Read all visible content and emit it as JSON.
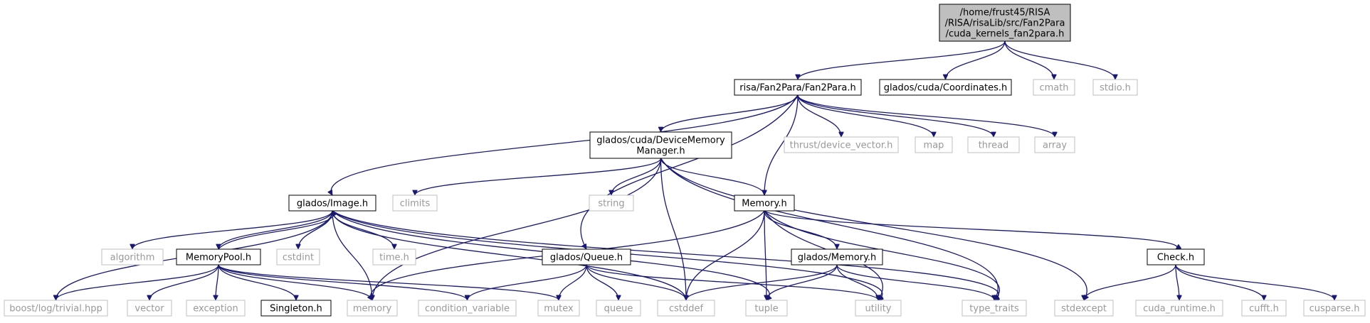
{
  "graph": {
    "nodes": [
      {
        "id": "root",
        "lines": [
          "/home/frust45/RISA",
          "/RISA/risaLib/src/Fan2Para",
          "/cuda_kernels_fan2para.h"
        ],
        "kind": "root"
      },
      {
        "id": "fan2para",
        "lines": [
          "risa/Fan2Para/Fan2Para.h"
        ],
        "kind": "doc"
      },
      {
        "id": "coordinates",
        "lines": [
          "glados/cuda/Coordinates.h"
        ],
        "kind": "doc"
      },
      {
        "id": "cmath",
        "lines": [
          "cmath"
        ],
        "kind": "sys"
      },
      {
        "id": "stdio",
        "lines": [
          "stdio.h"
        ],
        "kind": "sys"
      },
      {
        "id": "devmem",
        "lines": [
          "glados/cuda/DeviceMemory",
          "Manager.h"
        ],
        "kind": "doc"
      },
      {
        "id": "thrust",
        "lines": [
          "thrust/device_vector.h"
        ],
        "kind": "sys"
      },
      {
        "id": "map",
        "lines": [
          "map"
        ],
        "kind": "sys"
      },
      {
        "id": "thread",
        "lines": [
          "thread"
        ],
        "kind": "sys"
      },
      {
        "id": "array",
        "lines": [
          "array"
        ],
        "kind": "sys"
      },
      {
        "id": "image",
        "lines": [
          "glados/Image.h"
        ],
        "kind": "doc"
      },
      {
        "id": "climits",
        "lines": [
          "climits"
        ],
        "kind": "sys"
      },
      {
        "id": "string",
        "lines": [
          "string"
        ],
        "kind": "sys"
      },
      {
        "id": "memoryh",
        "lines": [
          "Memory.h"
        ],
        "kind": "doc"
      },
      {
        "id": "algorithm",
        "lines": [
          "algorithm"
        ],
        "kind": "sys"
      },
      {
        "id": "mempool",
        "lines": [
          "MemoryPool.h"
        ],
        "kind": "doc"
      },
      {
        "id": "cstdint",
        "lines": [
          "cstdint"
        ],
        "kind": "sys"
      },
      {
        "id": "timeh",
        "lines": [
          "time.h"
        ],
        "kind": "sys"
      },
      {
        "id": "queueh",
        "lines": [
          "glados/Queue.h"
        ],
        "kind": "doc"
      },
      {
        "id": "gladosmem",
        "lines": [
          "glados/Memory.h"
        ],
        "kind": "doc"
      },
      {
        "id": "check",
        "lines": [
          "Check.h"
        ],
        "kind": "doc"
      },
      {
        "id": "boostlog",
        "lines": [
          "boost/log/trivial.hpp"
        ],
        "kind": "sys"
      },
      {
        "id": "vector",
        "lines": [
          "vector"
        ],
        "kind": "sys"
      },
      {
        "id": "exception",
        "lines": [
          "exception"
        ],
        "kind": "sys"
      },
      {
        "id": "singleton",
        "lines": [
          "Singleton.h"
        ],
        "kind": "doc"
      },
      {
        "id": "memory",
        "lines": [
          "memory"
        ],
        "kind": "sys"
      },
      {
        "id": "condvar",
        "lines": [
          "condition_variable"
        ],
        "kind": "sys"
      },
      {
        "id": "mutex",
        "lines": [
          "mutex"
        ],
        "kind": "sys"
      },
      {
        "id": "queue",
        "lines": [
          "queue"
        ],
        "kind": "sys"
      },
      {
        "id": "cstddef",
        "lines": [
          "cstddef"
        ],
        "kind": "sys"
      },
      {
        "id": "tuple",
        "lines": [
          "tuple"
        ],
        "kind": "sys"
      },
      {
        "id": "utility",
        "lines": [
          "utility"
        ],
        "kind": "sys"
      },
      {
        "id": "typetraits",
        "lines": [
          "type_traits"
        ],
        "kind": "sys"
      },
      {
        "id": "stdexcept",
        "lines": [
          "stdexcept"
        ],
        "kind": "sys"
      },
      {
        "id": "cudaruntime",
        "lines": [
          "cuda_runtime.h"
        ],
        "kind": "sys"
      },
      {
        "id": "cufft",
        "lines": [
          "cufft.h"
        ],
        "kind": "sys"
      },
      {
        "id": "cusparse",
        "lines": [
          "cusparse.h"
        ],
        "kind": "sys"
      }
    ],
    "edges": [
      [
        "root",
        "fan2para"
      ],
      [
        "root",
        "coordinates"
      ],
      [
        "root",
        "cmath"
      ],
      [
        "root",
        "stdio"
      ],
      [
        "fan2para",
        "devmem"
      ],
      [
        "fan2para",
        "image"
      ],
      [
        "fan2para",
        "memoryh"
      ],
      [
        "fan2para",
        "queueh"
      ],
      [
        "fan2para",
        "thrust"
      ],
      [
        "fan2para",
        "map"
      ],
      [
        "fan2para",
        "thread"
      ],
      [
        "fan2para",
        "array"
      ],
      [
        "devmem",
        "climits"
      ],
      [
        "devmem",
        "string"
      ],
      [
        "devmem",
        "memoryh"
      ],
      [
        "devmem",
        "memory"
      ],
      [
        "devmem",
        "cstddef"
      ],
      [
        "devmem",
        "typetraits"
      ],
      [
        "devmem",
        "stdexcept"
      ],
      [
        "image",
        "algorithm"
      ],
      [
        "image",
        "mempool"
      ],
      [
        "image",
        "cstdint"
      ],
      [
        "image",
        "timeh"
      ],
      [
        "image",
        "memory"
      ],
      [
        "image",
        "boostlog"
      ],
      [
        "image",
        "cstddef"
      ],
      [
        "image",
        "tuple"
      ],
      [
        "image",
        "utility"
      ],
      [
        "image",
        "typetraits"
      ],
      [
        "mempool",
        "image"
      ],
      [
        "mempool",
        "boostlog"
      ],
      [
        "mempool",
        "vector"
      ],
      [
        "mempool",
        "exception"
      ],
      [
        "mempool",
        "singleton"
      ],
      [
        "mempool",
        "memory"
      ],
      [
        "mempool",
        "condvar"
      ],
      [
        "mempool",
        "mutex"
      ],
      [
        "memoryh",
        "gladosmem"
      ],
      [
        "memoryh",
        "check"
      ],
      [
        "memoryh",
        "memory"
      ],
      [
        "memoryh",
        "cstddef"
      ],
      [
        "memoryh",
        "tuple"
      ],
      [
        "memoryh",
        "utility"
      ],
      [
        "memoryh",
        "typetraits"
      ],
      [
        "queueh",
        "condvar"
      ],
      [
        "queueh",
        "mutex"
      ],
      [
        "queueh",
        "queue"
      ],
      [
        "queueh",
        "cstddef"
      ],
      [
        "queueh",
        "utility"
      ],
      [
        "gladosmem",
        "cstddef"
      ],
      [
        "gladosmem",
        "tuple"
      ],
      [
        "gladosmem",
        "utility"
      ],
      [
        "gladosmem",
        "typetraits"
      ],
      [
        "check",
        "stdexcept"
      ],
      [
        "check",
        "cudaruntime"
      ],
      [
        "check",
        "cufft"
      ],
      [
        "check",
        "cusparse"
      ]
    ]
  }
}
